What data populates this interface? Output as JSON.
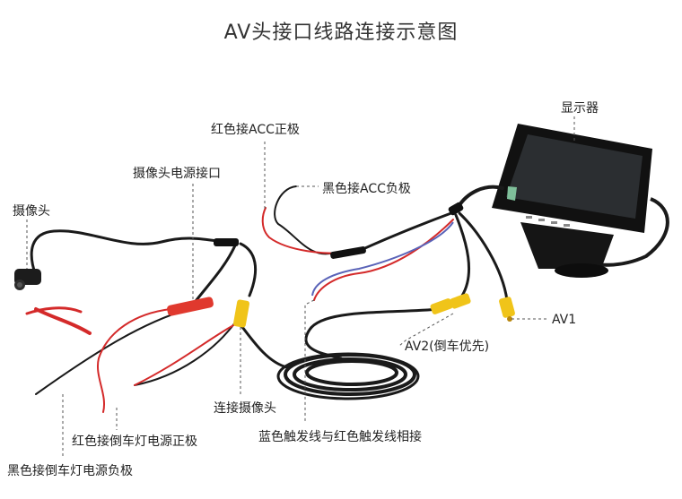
{
  "title": "AV头接口线路连接示意图",
  "labels": {
    "display": "显示器",
    "red_acc": "红色接ACC正极",
    "camera_power": "摄像头电源接口",
    "black_acc": "黑色接ACC负极",
    "camera": "摄像头",
    "av1": "AV1",
    "av2": "AV2(倒车优先)",
    "connect_camera": "连接摄像头",
    "red_reverse": "红色接倒车灯电源正极",
    "blue_trigger": "蓝色触发线与红色触发线相接",
    "black_reverse": "黑色接倒车灯电源负极"
  },
  "colors": {
    "cable_black": "#1a1a1a",
    "wire_red": "#d42a2a",
    "wire_blue": "#5a63b8",
    "plug_yellow": "#f0c419",
    "plug_red": "#e0392e",
    "monitor_screen": "#2b2e31",
    "monitor_body": "#111111",
    "leader_line": "#555555"
  }
}
